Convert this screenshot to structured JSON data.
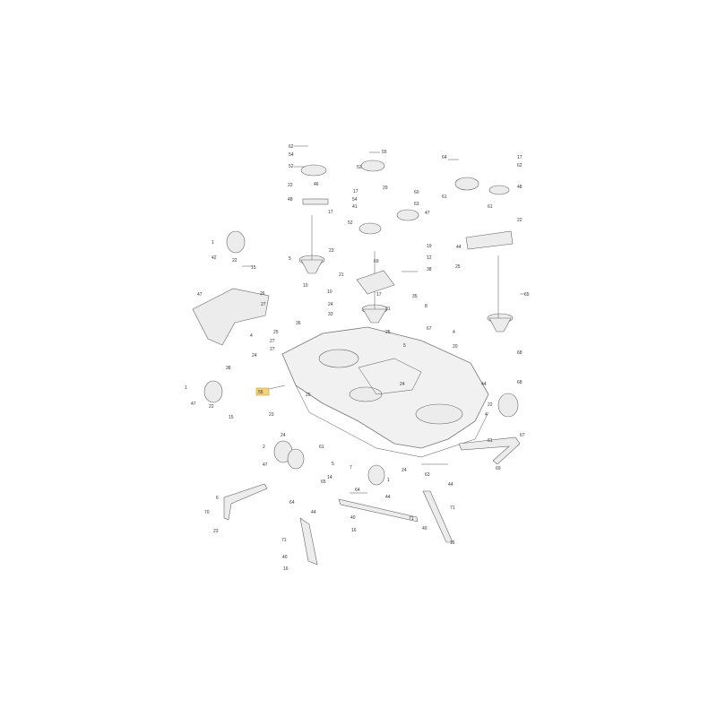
{
  "callouts": [
    "1",
    "2",
    "4",
    "5",
    "6",
    "7",
    "8",
    "9",
    "10",
    "12",
    "14",
    "15",
    "16",
    "17",
    "19",
    "20",
    "21",
    "22",
    "23",
    "24",
    "25",
    "26",
    "27",
    "29",
    "31",
    "33",
    "35",
    "36",
    "38",
    "40",
    "41",
    "42",
    "44",
    "46",
    "47",
    "48",
    "52",
    "54",
    "55",
    "60",
    "61",
    "62",
    "63",
    "64",
    "65",
    "66",
    "67",
    "68",
    "69",
    "70",
    "71"
  ],
  "highlighted_callout": "55"
}
